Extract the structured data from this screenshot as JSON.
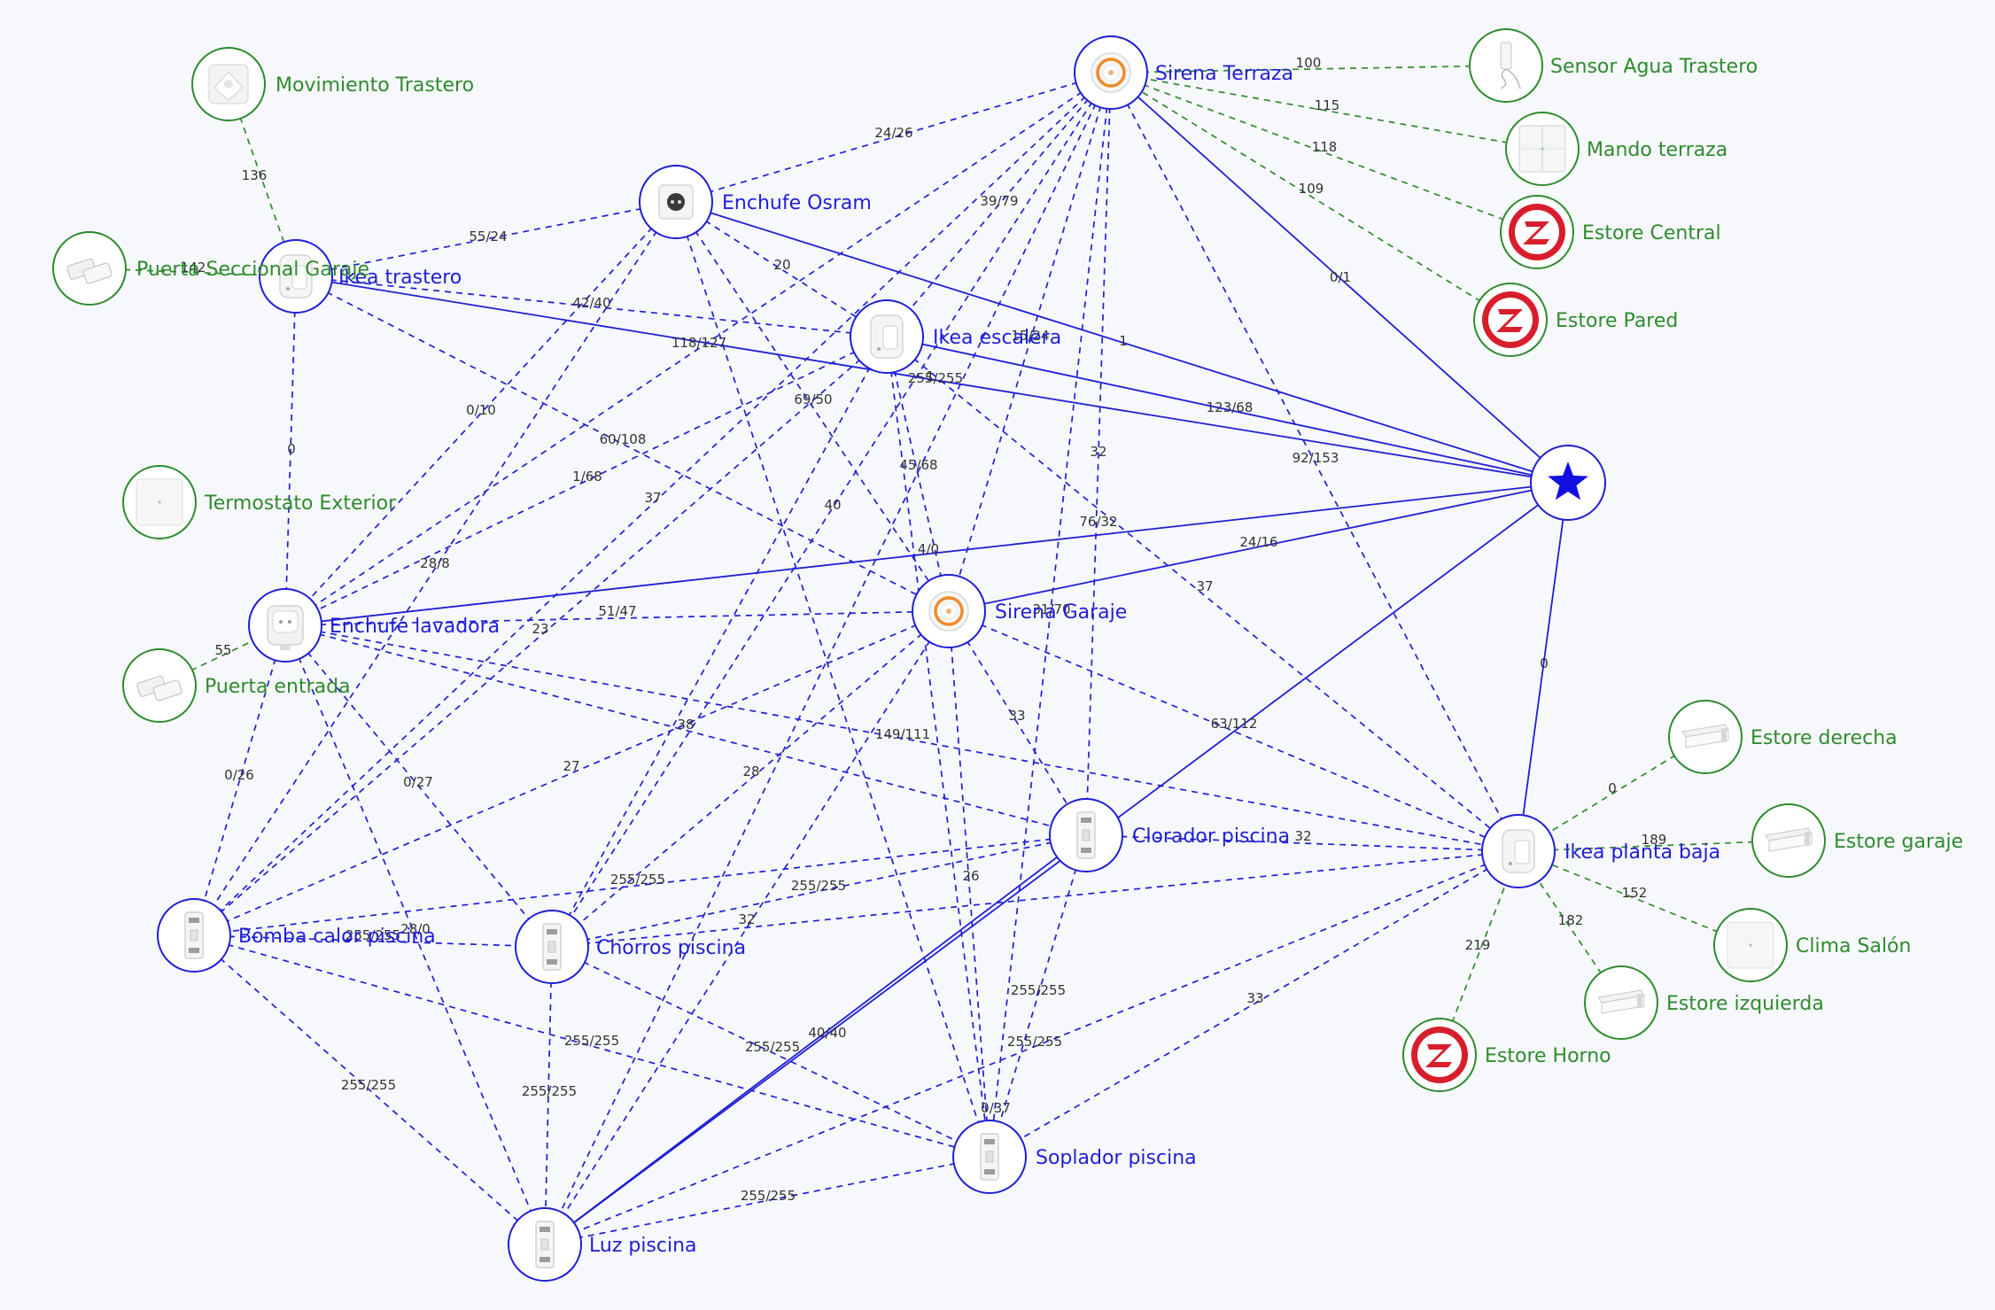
{
  "colors": {
    "router_line": "#1f1fd6",
    "router_node": "#1f1fd6",
    "end_line": "#2e8b2e",
    "end_node": "#2e8b2e",
    "link_label": "#333333",
    "background": "#f7f8fb",
    "zigbee_red": "#d81e2c",
    "coordinator_star": "#1010e0"
  },
  "nodes": [
    {
      "id": "coordinator",
      "label": "",
      "kind": "coordinator",
      "icon": "star-icon"
    },
    {
      "id": "sirena-terraza",
      "label": "Sirena Terraza",
      "kind": "router",
      "icon": "siren-icon"
    },
    {
      "id": "enchufe-osram",
      "label": "Enchufe Osram",
      "kind": "router",
      "icon": "smart-plug-icon"
    },
    {
      "id": "ikea-trastero",
      "label": "Ikea trastero",
      "kind": "router",
      "icon": "ikea-plug-icon"
    },
    {
      "id": "ikea-escalera",
      "label": "Ikea escalera",
      "kind": "router",
      "icon": "ikea-plug-icon"
    },
    {
      "id": "enchufe-lavadora",
      "label": "Enchufe lavadora",
      "kind": "router",
      "icon": "smart-plug-icon"
    },
    {
      "id": "sirena-garaje",
      "label": "Sirena Garaje",
      "kind": "router",
      "icon": "siren-icon"
    },
    {
      "id": "ikea-planta-baja",
      "label": "Ikea planta baja",
      "kind": "router",
      "icon": "ikea-plug-icon"
    },
    {
      "id": "clorador-piscina",
      "label": "Clorador piscina",
      "kind": "router",
      "icon": "din-relay-icon"
    },
    {
      "id": "bomba-calor-piscina",
      "label": "Bomba calor piscina",
      "kind": "router",
      "icon": "din-relay-icon"
    },
    {
      "id": "chorros-piscina",
      "label": "Chorros piscina",
      "kind": "router",
      "icon": "din-relay-icon"
    },
    {
      "id": "soplador-piscina",
      "label": "Soplador piscina",
      "kind": "router",
      "icon": "din-relay-icon"
    },
    {
      "id": "luz-piscina",
      "label": "Luz piscina",
      "kind": "router",
      "icon": "din-relay-icon"
    },
    {
      "id": "movimiento-trastero",
      "label": "Movimiento Trastero",
      "kind": "end",
      "icon": "motion-sensor-icon"
    },
    {
      "id": "puerta-seccional-garaje",
      "label": "Puerta Seccional Garaje",
      "kind": "end",
      "icon": "door-sensor-icon"
    },
    {
      "id": "termostato-exterior",
      "label": "Termostato Exterior",
      "kind": "end",
      "icon": "square-sensor-icon"
    },
    {
      "id": "puerta-entrada",
      "label": "Puerta entrada",
      "kind": "end",
      "icon": "door-sensor-icon"
    },
    {
      "id": "sensor-agua-trastero",
      "label": "Sensor Agua Trastero",
      "kind": "end",
      "icon": "water-sensor-icon"
    },
    {
      "id": "mando-terraza",
      "label": "Mando terraza",
      "kind": "end",
      "icon": "remote-icon"
    },
    {
      "id": "estore-central",
      "label": "Estore Central",
      "kind": "end",
      "icon": "zigbee-icon"
    },
    {
      "id": "estore-pared",
      "label": "Estore Pared",
      "kind": "end",
      "icon": "zigbee-icon"
    },
    {
      "id": "estore-derecha",
      "label": "Estore derecha",
      "kind": "end",
      "icon": "blind-motor-icon"
    },
    {
      "id": "estore-garaje",
      "label": "Estore garaje",
      "kind": "end",
      "icon": "blind-motor-icon"
    },
    {
      "id": "clima-salon",
      "label": "Clima Salón",
      "kind": "end",
      "icon": "square-sensor-icon"
    },
    {
      "id": "estore-izquierda",
      "label": "Estore izquierda",
      "kind": "end",
      "icon": "blind-motor-icon"
    },
    {
      "id": "estore-horno",
      "label": "Estore Horno",
      "kind": "end",
      "icon": "zigbee-icon"
    }
  ],
  "links": [
    {
      "source": "coordinator",
      "target": "sirena-terraza",
      "label": "0/1",
      "style": "solid"
    },
    {
      "source": "coordinator",
      "target": "enchufe-osram",
      "label": "1",
      "style": "solid"
    },
    {
      "source": "coordinator",
      "target": "ikea-trastero",
      "label": "123/68",
      "style": "solid"
    },
    {
      "source": "coordinator",
      "target": "ikea-escalera",
      "label": "92/153",
      "style": "solid"
    },
    {
      "source": "coordinator",
      "target": "enchufe-lavadora",
      "label": "",
      "style": "solid"
    },
    {
      "source": "coordinator",
      "target": "sirena-garaje",
      "label": "24/16",
      "style": "solid"
    },
    {
      "source": "coordinator",
      "target": "ikea-planta-baja",
      "label": "0",
      "style": "solid"
    },
    {
      "source": "coordinator",
      "target": "luz-piscina",
      "label": "",
      "style": "solid"
    },
    {
      "source": "clorador-piscina",
      "target": "luz-piscina",
      "label": "",
      "style": "solid"
    },
    {
      "source": "sirena-terraza",
      "target": "enchufe-osram",
      "label": "24/26",
      "style": "dashed"
    },
    {
      "source": "sirena-terraza",
      "target": "ikea-escalera",
      "label": "39/79",
      "style": "dashed"
    },
    {
      "source": "sirena-terraza",
      "target": "sirena-garaje",
      "label": "15/24",
      "style": "dashed"
    },
    {
      "source": "sirena-terraza",
      "target": "clorador-piscina",
      "label": "32",
      "style": "dashed"
    },
    {
      "source": "sirena-terraza",
      "target": "ikea-planta-baja",
      "label": "",
      "style": "dashed"
    },
    {
      "source": "sirena-terraza",
      "target": "soplador-piscina",
      "label": "",
      "style": "dashed"
    },
    {
      "source": "sirena-terraza",
      "target": "bomba-calor-piscina",
      "label": "",
      "style": "dashed"
    },
    {
      "source": "sirena-terraza",
      "target": "enchufe-lavadora",
      "label": "",
      "style": "dashed"
    },
    {
      "source": "sirena-terraza",
      "target": "chorros-piscina",
      "label": "",
      "style": "dashed"
    },
    {
      "source": "sirena-terraza",
      "target": "luz-piscina",
      "label": "",
      "style": "dashed"
    },
    {
      "source": "enchufe-osram",
      "target": "ikea-trastero",
      "label": "55/24",
      "style": "dashed"
    },
    {
      "source": "enchufe-osram",
      "target": "ikea-escalera",
      "label": "20",
      "style": "dashed"
    },
    {
      "source": "enchufe-osram",
      "target": "sirena-garaje",
      "label": "",
      "style": "dashed"
    },
    {
      "source": "enchufe-osram",
      "target": "bomba-calor-piscina",
      "label": "0/10",
      "style": "dashed"
    },
    {
      "source": "enchufe-osram",
      "target": "enchufe-lavadora",
      "label": "",
      "style": "dashed"
    },
    {
      "source": "enchufe-osram",
      "target": "soplador-piscina",
      "label": "",
      "style": "dashed"
    },
    {
      "source": "ikea-trastero",
      "target": "ikea-escalera",
      "label": "42/40",
      "style": "dashed"
    },
    {
      "source": "ikea-trastero",
      "target": "enchufe-lavadora",
      "label": "0",
      "style": "dashed"
    },
    {
      "source": "ikea-trastero",
      "target": "sirena-garaje",
      "label": "60/108",
      "style": "dashed"
    },
    {
      "source": "ikea-escalera",
      "target": "enchufe-lavadora",
      "label": "1/68",
      "style": "dashed"
    },
    {
      "source": "ikea-escalera",
      "target": "sirena-garaje",
      "label": "",
      "style": "dashed"
    },
    {
      "source": "ikea-escalera",
      "target": "ikea-planta-baja",
      "label": "76/32",
      "style": "dashed"
    },
    {
      "source": "ikea-escalera",
      "target": "bomba-calor-piscina",
      "label": "",
      "style": "dashed"
    },
    {
      "source": "ikea-escalera",
      "target": "chorros-piscina",
      "label": "",
      "style": "dashed"
    },
    {
      "source": "ikea-escalera",
      "target": "soplador-piscina",
      "label": "",
      "style": "dashed"
    },
    {
      "source": "enchufe-lavadora",
      "target": "sirena-garaje",
      "label": "51/47",
      "style": "dashed"
    },
    {
      "source": "enchufe-lavadora",
      "target": "ikea-planta-baja",
      "label": "149/111",
      "style": "dashed"
    },
    {
      "source": "enchufe-lavadora",
      "target": "clorador-piscina",
      "label": "",
      "style": "dashed"
    },
    {
      "source": "enchufe-lavadora",
      "target": "bomba-calor-piscina",
      "label": "0/26",
      "style": "dashed"
    },
    {
      "source": "enchufe-lavadora",
      "target": "chorros-piscina",
      "label": "0/27",
      "style": "dashed"
    },
    {
      "source": "enchufe-lavadora",
      "target": "luz-piscina",
      "label": "",
      "style": "dashed"
    },
    {
      "source": "sirena-garaje",
      "target": "ikea-planta-baja",
      "label": "63/112",
      "style": "dashed"
    },
    {
      "source": "sirena-garaje",
      "target": "clorador-piscina",
      "label": "33",
      "style": "dashed"
    },
    {
      "source": "sirena-garaje",
      "target": "bomba-calor-piscina",
      "label": "27",
      "style": "dashed"
    },
    {
      "source": "sirena-garaje",
      "target": "chorros-piscina",
      "label": "28",
      "style": "dashed"
    },
    {
      "source": "sirena-garaje",
      "target": "soplador-piscina",
      "label": "26",
      "style": "dashed"
    },
    {
      "source": "sirena-garaje",
      "target": "luz-piscina",
      "label": "",
      "style": "dashed"
    },
    {
      "source": "ikea-planta-baja",
      "target": "clorador-piscina",
      "label": "32",
      "style": "dashed"
    },
    {
      "source": "ikea-planta-baja",
      "target": "chorros-piscina",
      "label": "32",
      "style": "dashed"
    },
    {
      "source": "ikea-planta-baja",
      "target": "soplador-piscina",
      "label": "33",
      "style": "dashed"
    },
    {
      "source": "ikea-planta-baja",
      "target": "luz-piscina",
      "label": "",
      "style": "dashed"
    },
    {
      "source": "clorador-piscina",
      "target": "bomba-calor-piscina",
      "label": "255/255",
      "style": "dashed"
    },
    {
      "source": "clorador-piscina",
      "target": "chorros-piscina",
      "label": "255/255",
      "style": "dashed"
    },
    {
      "source": "clorador-piscina",
      "target": "soplador-piscina",
      "label": "255/255",
      "style": "dashed"
    },
    {
      "source": "bomba-calor-piscina",
      "target": "chorros-piscina",
      "label": "255/255",
      "style": "dashed"
    },
    {
      "source": "bomba-calor-piscina",
      "target": "soplador-piscina",
      "label": "255/255",
      "style": "dashed"
    },
    {
      "source": "bomba-calor-piscina",
      "target": "luz-piscina",
      "label": "255/255",
      "style": "dashed"
    },
    {
      "source": "chorros-piscina",
      "target": "soplador-piscina",
      "label": "255/255",
      "style": "dashed"
    },
    {
      "source": "chorros-piscina",
      "target": "luz-piscina",
      "label": "255/255",
      "style": "dashed"
    },
    {
      "source": "soplador-piscina",
      "target": "luz-piscina",
      "label": "255/255",
      "style": "dashed"
    },
    {
      "source": "movimiento-trastero",
      "target": "ikea-trastero",
      "label": "136",
      "style": "dashed"
    },
    {
      "source": "puerta-seccional-garaje",
      "target": "ikea-trastero",
      "label": "142",
      "style": "dashed"
    },
    {
      "source": "puerta-entrada",
      "target": "enchufe-lavadora",
      "label": "55",
      "style": "dashed"
    },
    {
      "source": "sensor-agua-trastero",
      "target": "sirena-terraza",
      "label": "100",
      "style": "dashed"
    },
    {
      "source": "mando-terraza",
      "target": "sirena-terraza",
      "label": "115",
      "style": "dashed"
    },
    {
      "source": "estore-central",
      "target": "sirena-terraza",
      "label": "118",
      "style": "dashed"
    },
    {
      "source": "estore-pared",
      "target": "sirena-terraza",
      "label": "109",
      "style": "dashed"
    },
    {
      "source": "estore-derecha",
      "target": "ikea-planta-baja",
      "label": "0",
      "style": "dashed"
    },
    {
      "source": "estore-garaje",
      "target": "ikea-planta-baja",
      "label": "189",
      "style": "dashed"
    },
    {
      "source": "clima-salon",
      "target": "ikea-planta-baja",
      "label": "152",
      "style": "dashed"
    },
    {
      "source": "estore-izquierda",
      "target": "ikea-planta-baja",
      "label": "182",
      "style": "dashed"
    },
    {
      "source": "estore-horno",
      "target": "ikea-planta-baja",
      "label": "219",
      "style": "dashed"
    }
  ],
  "floating_labels": [
    "118/127",
    "69/50",
    "45/68",
    "37",
    "40",
    "4/0",
    "28/8",
    "23",
    "37",
    "31/70",
    "38",
    "28/0",
    "0/37",
    "255/255",
    "40/40",
    "255/255",
    "1"
  ]
}
